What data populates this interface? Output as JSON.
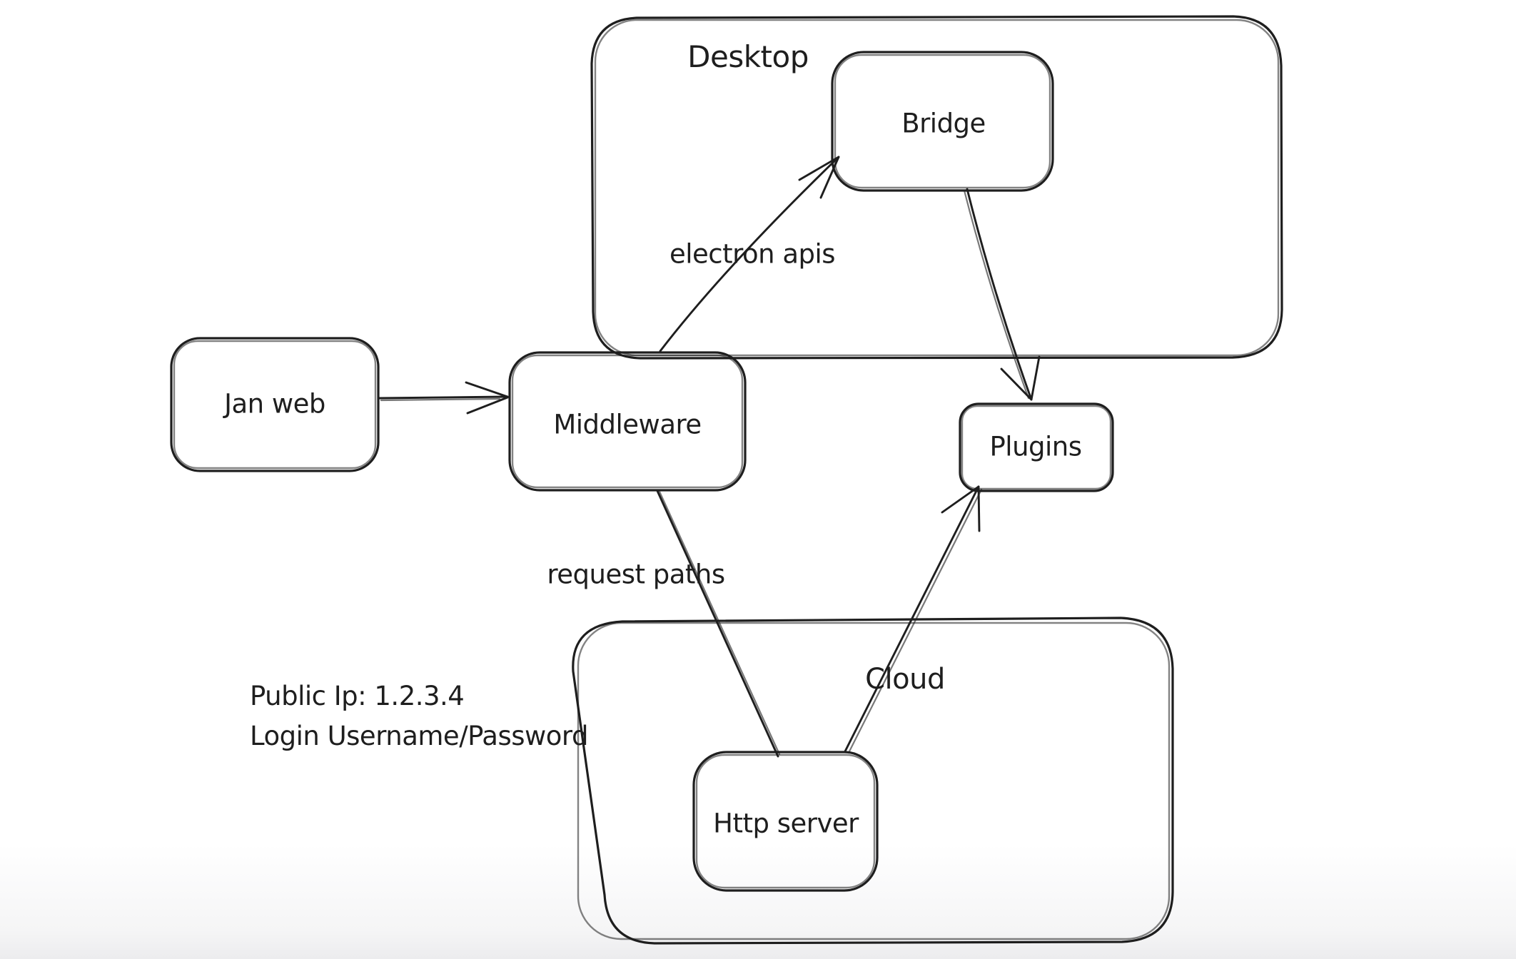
{
  "canvas": {
    "background": "#ffffff",
    "stroke_color": "#1e1e1e",
    "text_color": "#1e1e1e"
  },
  "containers": [
    {
      "id": "desktop",
      "label": "Desktop"
    },
    {
      "id": "cloud",
      "label": "Cloud"
    }
  ],
  "nodes": [
    {
      "id": "jan-web",
      "label": "Jan web",
      "container": null
    },
    {
      "id": "middleware",
      "label": "Middleware",
      "container": null
    },
    {
      "id": "bridge",
      "label": "Bridge",
      "container": "desktop"
    },
    {
      "id": "plugins",
      "label": "Plugins",
      "container": null
    },
    {
      "id": "http-server",
      "label": "Http server",
      "container": "cloud"
    }
  ],
  "edges": [
    {
      "from": "jan-web",
      "to": "middleware",
      "label": ""
    },
    {
      "from": "middleware",
      "to": "bridge",
      "label": "electron apis"
    },
    {
      "from": "bridge",
      "to": "plugins",
      "label": ""
    },
    {
      "from": "middleware",
      "to": "http-server",
      "label": "request paths"
    },
    {
      "from": "http-server",
      "to": "plugins",
      "label": ""
    }
  ],
  "annotations": {
    "line1": "Public Ip: 1.2.3.4",
    "line2": "Login Username/Password"
  }
}
